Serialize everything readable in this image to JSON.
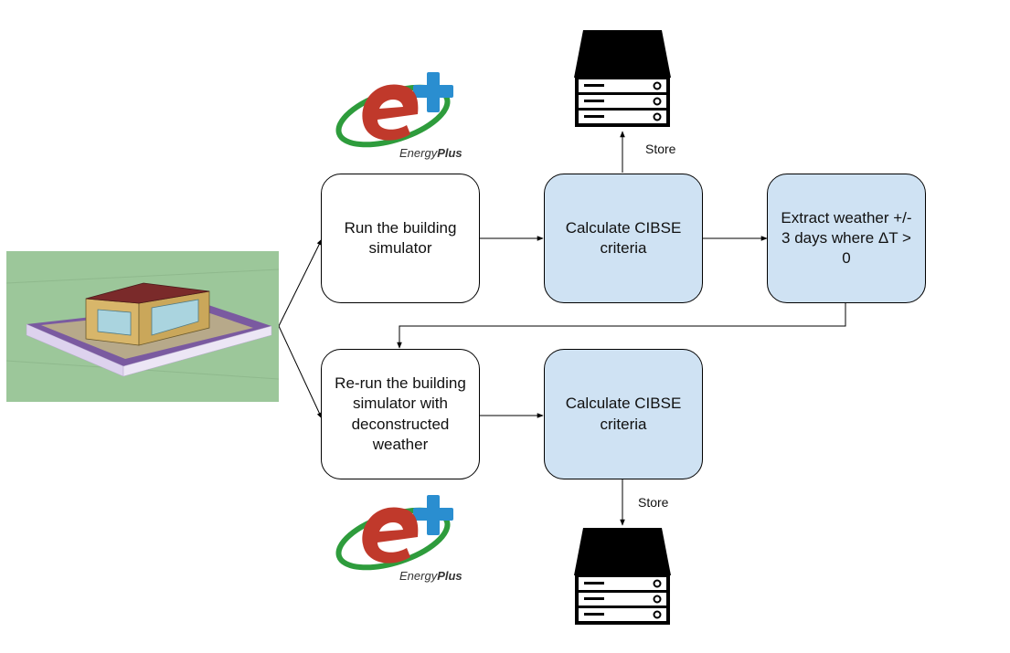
{
  "boxes": {
    "run_sim": "Run the building simulator",
    "calc_cibse_1": "Calculate CIBSE criteria",
    "extract_weather": "Extract weather +/- 3 days where ΔT > 0",
    "rerun_sim": "Re-run the building simulator with deconstructed weather",
    "calc_cibse_2": "Calculate CIBSE criteria"
  },
  "labels": {
    "store_top": "Store",
    "store_bottom": "Store"
  },
  "logos": {
    "energyplus_prefix": "Energy",
    "energyplus_suffix": "Plus"
  },
  "colors": {
    "process_box": "#cfe2f3",
    "scene_bg": "#9cc79a",
    "logo_red": "#c0392b",
    "logo_blue": "#2a8ed0",
    "logo_green": "#2e9c3c"
  }
}
